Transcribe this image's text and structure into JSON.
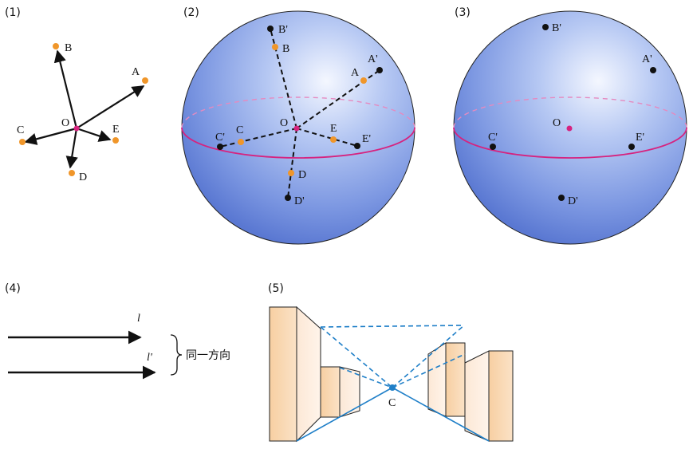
{
  "panels": {
    "p1": {
      "index": "(1)",
      "center": "O",
      "points": [
        "A",
        "B",
        "C",
        "D",
        "E"
      ]
    },
    "p2": {
      "index": "(2)",
      "center": "O",
      "points": [
        "A",
        "B",
        "C",
        "D",
        "E"
      ],
      "projected": [
        "A'",
        "B'",
        "C'",
        "D'",
        "E'"
      ]
    },
    "p3": {
      "index": "(3)",
      "center": "O",
      "projected": [
        "A'",
        "B'",
        "C'",
        "D'",
        "E'"
      ]
    },
    "p4": {
      "index": "(4)",
      "line1": "l",
      "line2": "l'",
      "brace_text": "同一方向"
    },
    "p5": {
      "index": "(5)",
      "center": "C"
    }
  },
  "colors": {
    "orange_point": "#f0962a",
    "magenta": "#d6237f",
    "black": "#111111",
    "sphere_light": "#e8eefc",
    "sphere_mid": "#9db4ee",
    "sphere_dark": "#5f7fd8",
    "blue_line": "#1f7fc8",
    "box_fill": "#f9d9b4",
    "box_face": "#fdeee0"
  }
}
